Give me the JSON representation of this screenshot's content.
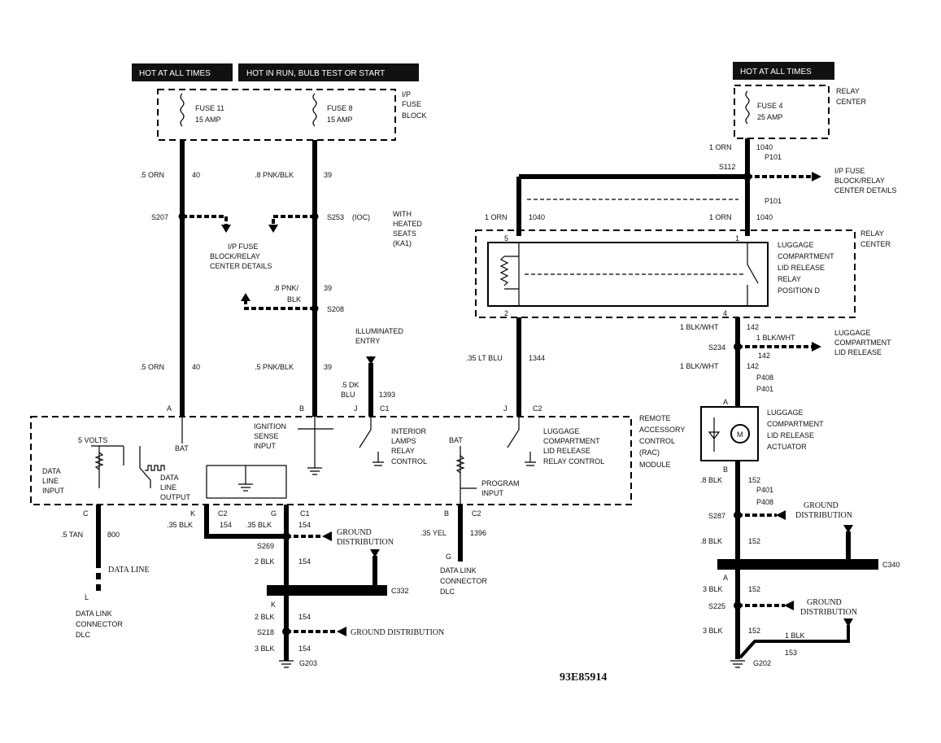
{
  "headers": {
    "hot_always_left": "HOT AT ALL TIMES",
    "hot_run": "HOT IN RUN, BULB TEST OR START",
    "hot_always_right": "HOT AT ALL TIMES"
  },
  "fuses": {
    "fuse11": "FUSE 11",
    "fuse11_amp": "15 AMP",
    "fuse8": "FUSE 8",
    "fuse8_amp": "15 AMP",
    "fuse4": "FUSE 4",
    "fuse4_amp": "25 AMP",
    "ip_fuse_block": [
      "I/P",
      "FUSE",
      "BLOCK"
    ],
    "relay_center": [
      "RELAY",
      "CENTER"
    ]
  },
  "left": {
    "w1_color": ".5 ORN",
    "w1_num": "40",
    "w2_color": ".8 PNK/BLK",
    "w2_num": "39",
    "s207": "S207",
    "s253": "S253",
    "s253_note": "(IOC)",
    "heated": [
      "WITH",
      "HEATED",
      "SEATS",
      "(KA1)"
    ],
    "ip_details": [
      "I/P FUSE",
      "BLOCK/RELAY",
      "CENTER DETAILS"
    ],
    "w3_color": [
      ".8 PNK/",
      "BLK"
    ],
    "w3_num": "39",
    "s208": "S208",
    "illum": [
      "ILLUMINATED",
      "ENTRY"
    ],
    "w4_color": ".5 ORN",
    "w4_num": "40",
    "w5_color": ".5 PNK/BLK",
    "w5_num": "39",
    "w6_color": [
      ".5 DK",
      "BLU"
    ],
    "w6_num": "1393",
    "pin_a": "A",
    "pin_b": "B",
    "pin_j": "J",
    "pin_c1": "C1"
  },
  "right": {
    "orn1": "1 ORN",
    "n1040": "1040",
    "p101": "P101",
    "s112": "S112",
    "ip_details": [
      "I/P FUSE",
      "BLOCK/RELAY",
      "CENTER DETAILS"
    ],
    "orn_left": "1 ORN",
    "n1040_left": "1040",
    "orn_right": "1 ORN",
    "n1040_right": "1040",
    "p101b": "P101",
    "pin5": "5",
    "pin1": "1",
    "pin2": "2",
    "pin4": "4",
    "relay_label": [
      "LUGGAGE",
      "COMPARTMENT",
      "LID RELEASE",
      "RELAY",
      "POSITION D"
    ],
    "relay_center2": [
      "RELAY",
      "CENTER"
    ],
    "blu_color": ".35 LT BLU",
    "blu_num": "1344",
    "blk_wht1": "1 BLK/WHT",
    "n142a": "142",
    "blk_wht2": "1 BLK/WHT",
    "n142b": "142",
    "s234": "S234",
    "luggage_lid": [
      "LUGGAGE",
      "COMPARTMENT",
      "LID RELEASE"
    ],
    "blk_wht3": "1 BLK/WHT",
    "n142c": "142",
    "p408": "P408",
    "p401": "P401",
    "pin_a": "A",
    "actuator": [
      "LUGGAGE",
      "COMPARTMENT",
      "LID RELEASE",
      "ACTUATOR"
    ],
    "pin_j": "J",
    "pin_c2": "C2",
    "pin_b": "B",
    "blk8": ".8 BLK",
    "n152a": "152",
    "p401b": "P401",
    "p408b": "P408",
    "s287": "S287",
    "ground": [
      "GROUND",
      "DISTRIBUTION"
    ],
    "blk8b": ".8 BLK",
    "n152b": "152",
    "c340": "C340",
    "pin_a2": "A",
    "blk3a": "3 BLK",
    "n152c": "152",
    "s225": "S225",
    "ground2": [
      "GROUND",
      "DISTRIBUTION"
    ],
    "blk3b": "3 BLK",
    "n152d": "152",
    "blk1": "1 BLK",
    "n153": "153",
    "g202": "G202"
  },
  "module": {
    "title": [
      "REMOTE",
      "ACCESSORY",
      "CONTROL",
      "(RAC)",
      "MODULE"
    ],
    "five_volts": "5 VOLTS",
    "bat": "BAT",
    "bat2": "BAT",
    "data_in": [
      "DATA",
      "LINE",
      "INPUT"
    ],
    "data_out": [
      "DATA",
      "LINE",
      "OUTPUT"
    ],
    "ign": [
      "IGNITION",
      "SENSE",
      "INPUT"
    ],
    "int_lamps": [
      "INTERIOR",
      "LAMPS",
      "RELAY",
      "CONTROL"
    ],
    "lug_relay": [
      "LUGGAGE",
      "COMPARTMENT",
      "LID RELEASE",
      "RELAY CONTROL"
    ],
    "program": [
      "PROGRAM",
      "INPUT"
    ]
  },
  "bottom": {
    "pin_c": "C",
    "tan": ".5 TAN",
    "n800": "800",
    "data_line": "DATA LINE",
    "pin_l": "L",
    "dlc1": [
      "DATA LINK",
      "CONNECTOR",
      "DLC"
    ],
    "pin_k": "K",
    "c2": "C2",
    "blk35": ".35 BLK",
    "n154a": "154",
    "pin_g": "G",
    "c1": "C1",
    "blk35b": ".35 BLK",
    "n154b": "154",
    "s269": "S269",
    "ground": [
      "GROUND",
      "DISTRIBUTION"
    ],
    "blk2": "2 BLK",
    "n154c": "154",
    "c332": "C332",
    "pin_k2": "K",
    "blk2b": "2 BLK",
    "n154d": "154",
    "s218": "S218",
    "ground_dist": "GROUND DISTRIBUTION",
    "blk3": "3 BLK",
    "n154e": "154",
    "g203": "G203",
    "pin_b": "B",
    "c2b": "C2",
    "yel": ".35 YEL",
    "n1396": "1396",
    "pin_g2": "G",
    "dlc2": [
      "DATA LINK",
      "CONNECTOR",
      "DLC"
    ]
  },
  "figure_code": "93E85914"
}
